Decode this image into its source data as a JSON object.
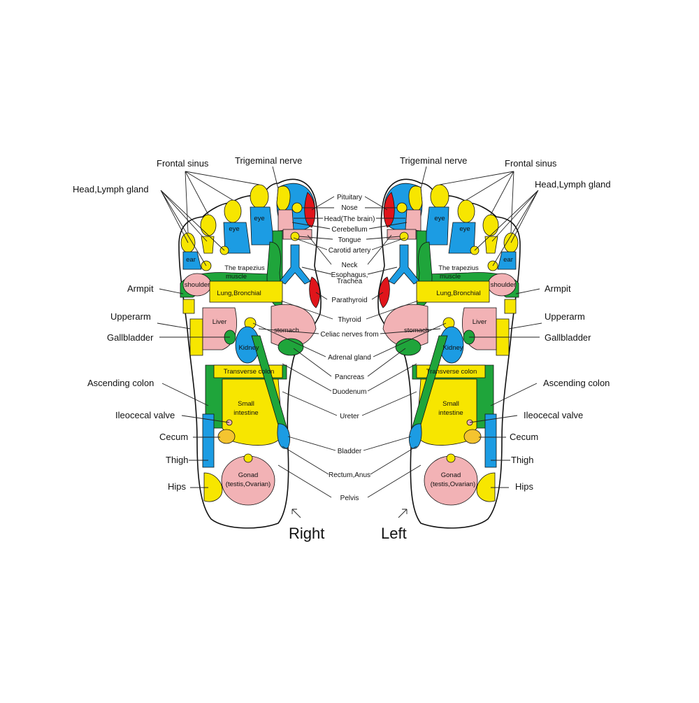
{
  "colors": {
    "yellow": "#f7e600",
    "blue": "#1c9ce3",
    "green": "#1fa53b",
    "pink": "#f2b2b5",
    "red": "#e0151b",
    "outline": "#111111",
    "background": "#ffffff"
  },
  "feet": {
    "right": "Right",
    "left": "Left"
  },
  "outer_labels": {
    "frontal_sinus": "Frontal sinus",
    "trigeminal_nerve": "Trigeminal nerve",
    "head_lymph_gland": "Head,Lymph gland",
    "armpit": "Armpit",
    "upperarm": "Upperarm",
    "gallbladder": "Gallbladder",
    "ascending_colon": "Ascending colon",
    "ileocecal_valve": "Ileocecal valve",
    "cecum": "Cecum",
    "thigh": "Thigh",
    "hips": "Hips"
  },
  "center_labels": {
    "pituitary": "Pituitary",
    "nose": "Nose",
    "head_brain": "Head(The brain)",
    "cerebellum": "Cerebellum",
    "tongue": "Tongue",
    "carotid_artery": "Carotid artery",
    "neck": "Neck",
    "esophagus": "Esophagus,",
    "trachea": "Trachea",
    "parathyroid": "Parathyroid",
    "thyroid": "Thyroid",
    "celiac_nerves": "Celiac nerves from",
    "adrenal_gland": "Adrenal gland",
    "pancreas": "Pancreas",
    "duodenum": "Duodenum",
    "ureter": "Ureter",
    "bladder": "Bladder",
    "rectum_anus": "Rectum,Anus",
    "pelvis": "Pelvis"
  },
  "zone_labels": {
    "eye": "eye",
    "ear": "ear",
    "trapezius_line1": "The trapezius",
    "trapezius_line2": "muscle",
    "shoulder": "shoulder",
    "lung_bronchial": "Lung,Bronchial",
    "liver": "Liver",
    "stomach": "stomach",
    "kidney": "Kidney",
    "transverse_colon": "Transverse colon",
    "small_intestine_line1": "Small",
    "small_intestine_line2": "intestine",
    "gonad_line1": "Gonad",
    "gonad_line2": "(testis,Ovarian)"
  }
}
